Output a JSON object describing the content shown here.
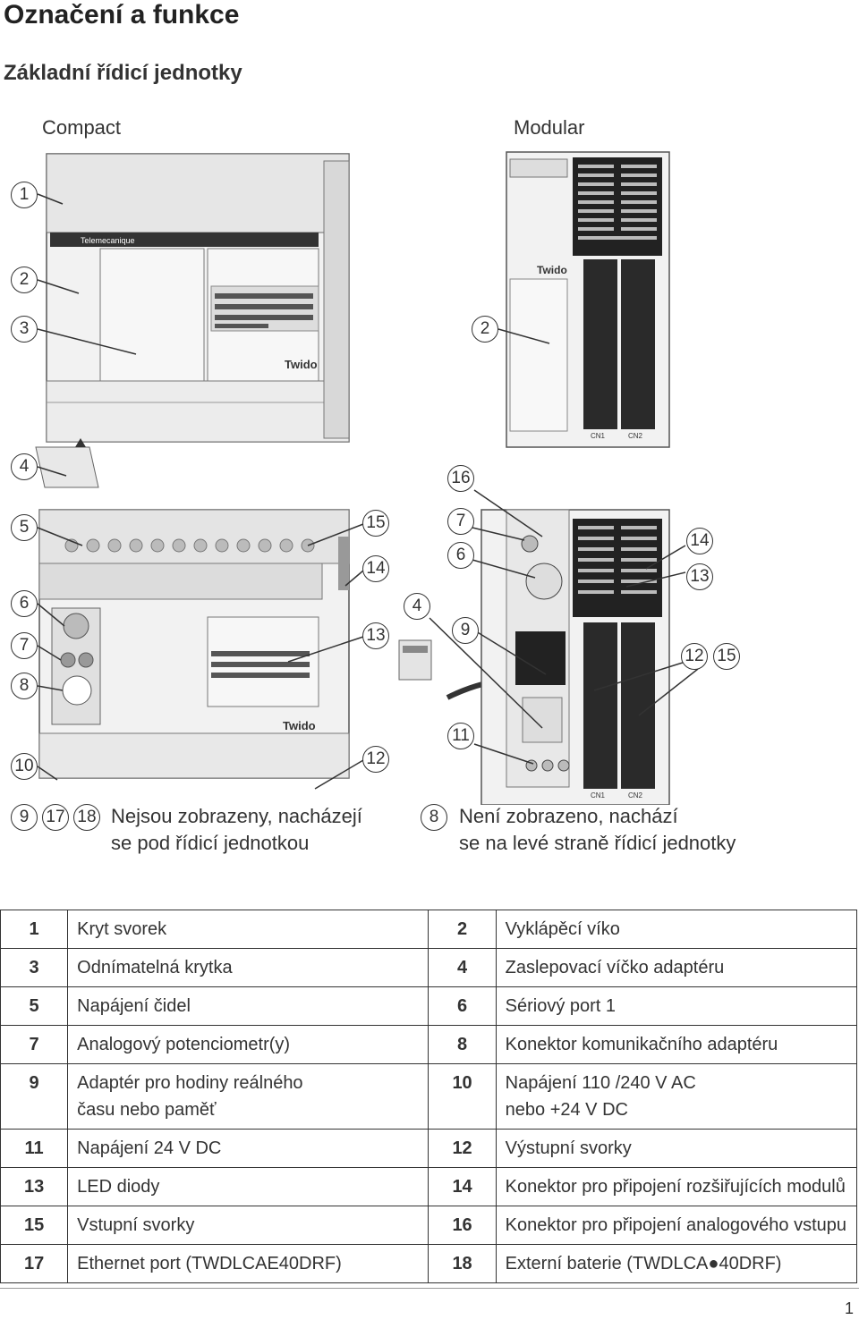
{
  "heading": "Označení a funkce",
  "subheading": "Základní řídicí jednotky",
  "columns": {
    "compact": "Compact",
    "modular": "Modular"
  },
  "device": {
    "brand": "Twido",
    "maker": "Telemecanique",
    "cn1": "CN1",
    "cn2": "CN2"
  },
  "callouts": {
    "c1": "1",
    "c2": "2",
    "c3": "3",
    "c2m": "2",
    "c4": "4",
    "c5": "5",
    "c6": "6",
    "c7": "7",
    "c8": "8",
    "c10": "10",
    "c15": "15",
    "c14": "14",
    "c13": "13",
    "c12": "12",
    "c4m": "4",
    "c16m": "16",
    "c7m": "7",
    "c6m": "6",
    "c9m": "9",
    "c11m": "11",
    "c14m": "14",
    "c13m": "13",
    "c12m": "12",
    "c15m": "15",
    "n9": "9",
    "n17": "17",
    "n18": "18",
    "n8": "8"
  },
  "notes": {
    "compact_line1": "Nejsou zobrazeny, nacházejí",
    "compact_line2": "se pod řídicí jednotkou",
    "modular_line1": "Není zobrazeno, nachází",
    "modular_line2": "se na levé straně řídicí jednotky"
  },
  "legend": [
    {
      "n1": "1",
      "t1": "Kryt svorek",
      "n2": "2",
      "t2": "Vyklápěcí víko"
    },
    {
      "n1": "3",
      "t1": "Odnímatelná krytka",
      "n2": "4",
      "t2": "Zaslepovací víčko adaptéru"
    },
    {
      "n1": "5",
      "t1": "Napájení čidel",
      "n2": "6",
      "t2": "Sériový port 1"
    },
    {
      "n1": "7",
      "t1": "Analogový potenciometr(y)",
      "n2": "8",
      "t2": "Konektor komunikačního adaptéru"
    },
    {
      "n1": "9",
      "t1": "Adaptér pro hodiny reálného",
      "t1b": "času nebo paměť",
      "n2": "10",
      "t2": "Napájení 110 /240 V AC",
      "t2b": "nebo +24 V DC"
    },
    {
      "n1": "11",
      "t1": "Napájení 24 V DC",
      "n2": "12",
      "t2": "Výstupní svorky"
    },
    {
      "n1": "13",
      "t1": "LED diody",
      "n2": "14",
      "t2": "Konektor pro připojení rozšiřujících modulů"
    },
    {
      "n1": "15",
      "t1": "Vstupní svorky",
      "n2": "16",
      "t2": "Konektor pro připojení analogového vstupu"
    },
    {
      "n1": "17",
      "t1": "Ethernet port (TWDLCAE40DRF)",
      "n2": "18",
      "t2": "Externí baterie (TWDLCA●40DRF)"
    }
  ],
  "page_number": "1"
}
